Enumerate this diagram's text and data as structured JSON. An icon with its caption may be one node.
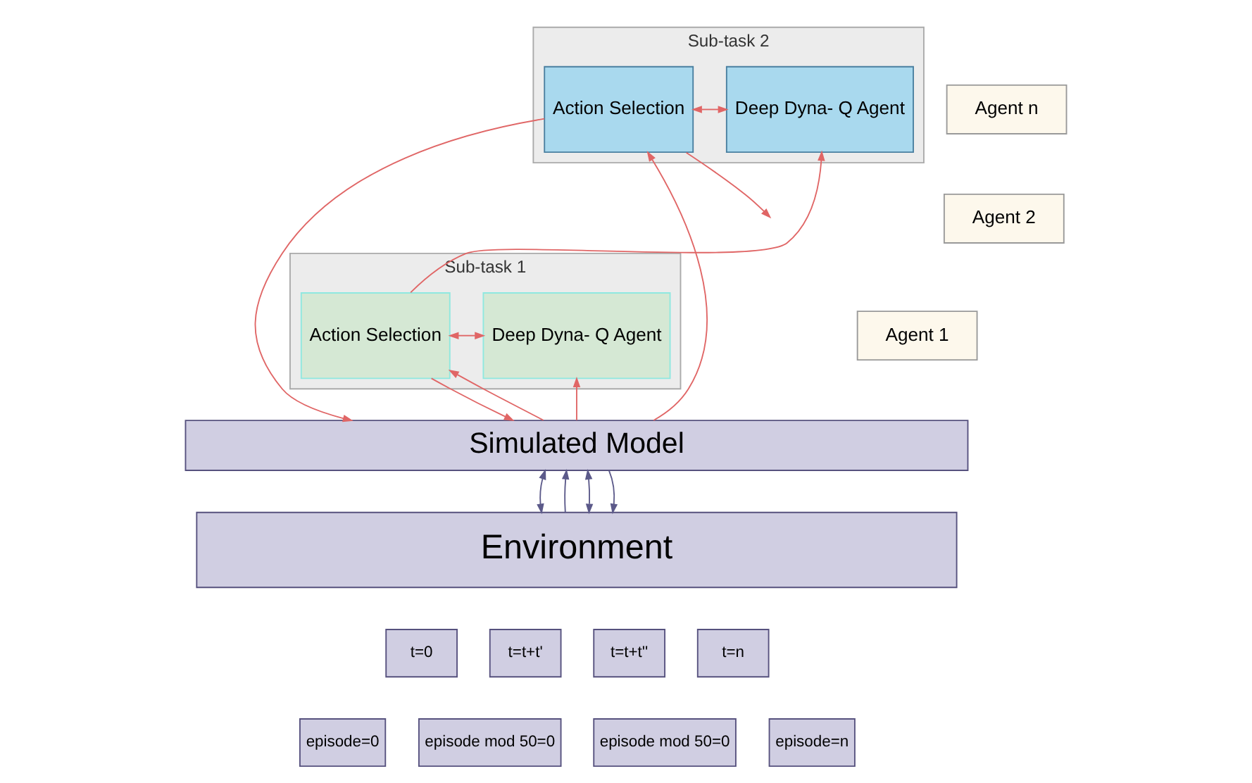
{
  "diagram": {
    "nodes": [
      {
        "text": [
          "Agent n"
        ]
      },
      {
        "text": [
          "Agent 2"
        ]
      },
      {
        "text": [
          "Agent 1"
        ]
      },
      {
        "text": [
          "Sub-task 2"
        ]
      },
      {
        "text": [
          "Deep Dyna- Q Agent"
        ],
        "in": 3
      },
      {
        "text": [
          "Action Selection"
        ],
        "in": 3
      },
      {
        "text": [
          "Sub-task 1"
        ]
      },
      {
        "text": [
          "Deep Dyna- Q Agent"
        ],
        "in": 6
      },
      {
        "text": [
          "Action Selection"
        ],
        "in": 6
      },
      {
        "text": [
          "Simulated Model"
        ]
      },
      {
        "text": [
          "Environment"
        ]
      },
      {
        "text": [
          "t=0"
        ]
      },
      {
        "text": [
          "episode=0"
        ]
      },
      {
        "text": [
          "t=t+t'"
        ]
      },
      {
        "text": [
          "episode mod 50=0"
        ]
      },
      {
        "text": [
          "t=t+t''"
        ]
      },
      {
        "text": [
          "episode mod 50=0"
        ]
      },
      {
        "text": [
          "t=n"
        ]
      },
      {
        "text": [
          "episode=n"
        ]
      }
    ],
    "edges": [
      {
        "from": 7,
        "to": 8,
        "arrow": "both"
      },
      {
        "from": 8,
        "to": 4,
        "arrow": "to"
      },
      {
        "from": 8,
        "to": 9,
        "arrow": "to"
      },
      {
        "from": 9,
        "to": 7,
        "arrow": "to"
      },
      {
        "from": 9,
        "to": 8,
        "arrow": "to"
      },
      {
        "from": 4,
        "to": 5,
        "arrow": "both"
      },
      {
        "from": 5,
        "to": null,
        "arrow": "to"
      },
      {
        "from": 5,
        "to": 9,
        "arrow": "to"
      },
      {
        "from": 9,
        "to": 5,
        "arrow": "to"
      },
      {
        "from": 10,
        "to": 9,
        "arrow": "to",
        "color": "#5c5a8a"
      },
      {
        "from": 9,
        "to": 10,
        "arrow": "both",
        "color": "#5c5a8a"
      },
      {
        "from": 9,
        "to": 10,
        "arrow": "both",
        "color": "#5c5a8a"
      },
      {
        "from": 9,
        "to": 10,
        "arrow": "to",
        "color": "#5c5a8a"
      }
    ]
  }
}
